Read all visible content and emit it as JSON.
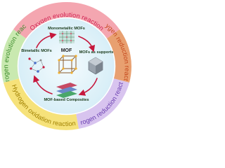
{
  "ring": {
    "top": "Oxygen evolution reaction",
    "right_top": "Oxygen reduction reaction",
    "right_bottom": "Nitrogen reduction reaction",
    "bottom": "Hydrogen oxidation reaction",
    "left": "Hydrogen evolution reaction",
    "colors": {
      "top": "#f4a6b0",
      "right_top": "#e8a070",
      "right_bottom": "#d8c4ef",
      "bottom": "#f6e27a",
      "left": "#c9e9b0"
    }
  },
  "center": {
    "title": "MOF"
  },
  "sections": {
    "monometallic": "Monometallic MOFs",
    "bimetallic": "Bimetallic MOFs",
    "supports": "MOFs as supports",
    "composites": "MOF-based Composites"
  },
  "inner_disk_color": "#e9f6fb",
  "arrow_color": "#c6183d"
}
